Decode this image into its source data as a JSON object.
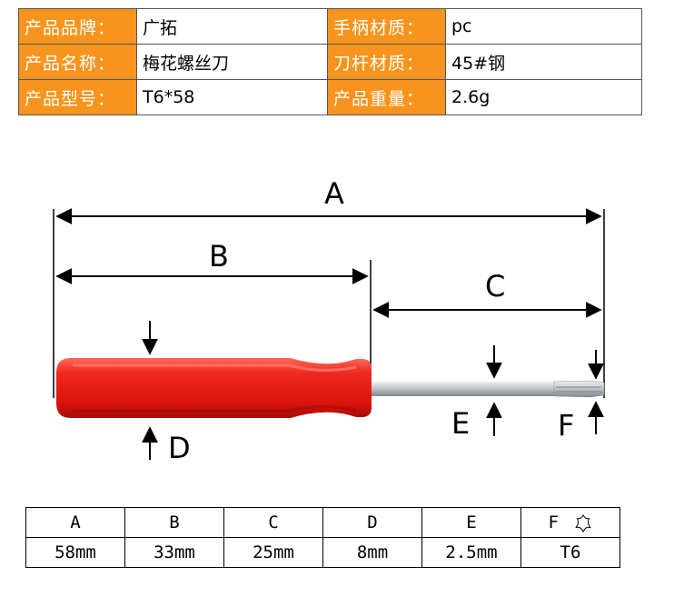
{
  "spec": {
    "rows": [
      {
        "label1": "产品品牌：",
        "value1": "广拓",
        "label2": "手柄材质：",
        "value2": "pc"
      },
      {
        "label1": "产品名称：",
        "value1": "梅花螺丝刀",
        "label2": "刀杆材质：",
        "value2": "45#钢"
      },
      {
        "label1": "产品型号：",
        "value1": "T6*58",
        "label2": "产品重量：",
        "value2": "2.6g"
      }
    ]
  },
  "diagram": {
    "labels": {
      "A": "A",
      "B": "B",
      "C": "C",
      "D": "D",
      "E": "E",
      "F": "F"
    },
    "colors": {
      "handle": "#e8211a",
      "shaft": "#c8cdd0",
      "accent": "#f7941d"
    }
  },
  "dimensions": {
    "headers": [
      "A",
      "B",
      "C",
      "D",
      "E",
      "F"
    ],
    "values": [
      "58mm",
      "33mm",
      "25mm",
      "8mm",
      "2.5mm",
      "T6"
    ],
    "header_icon": "torx-star-icon"
  }
}
